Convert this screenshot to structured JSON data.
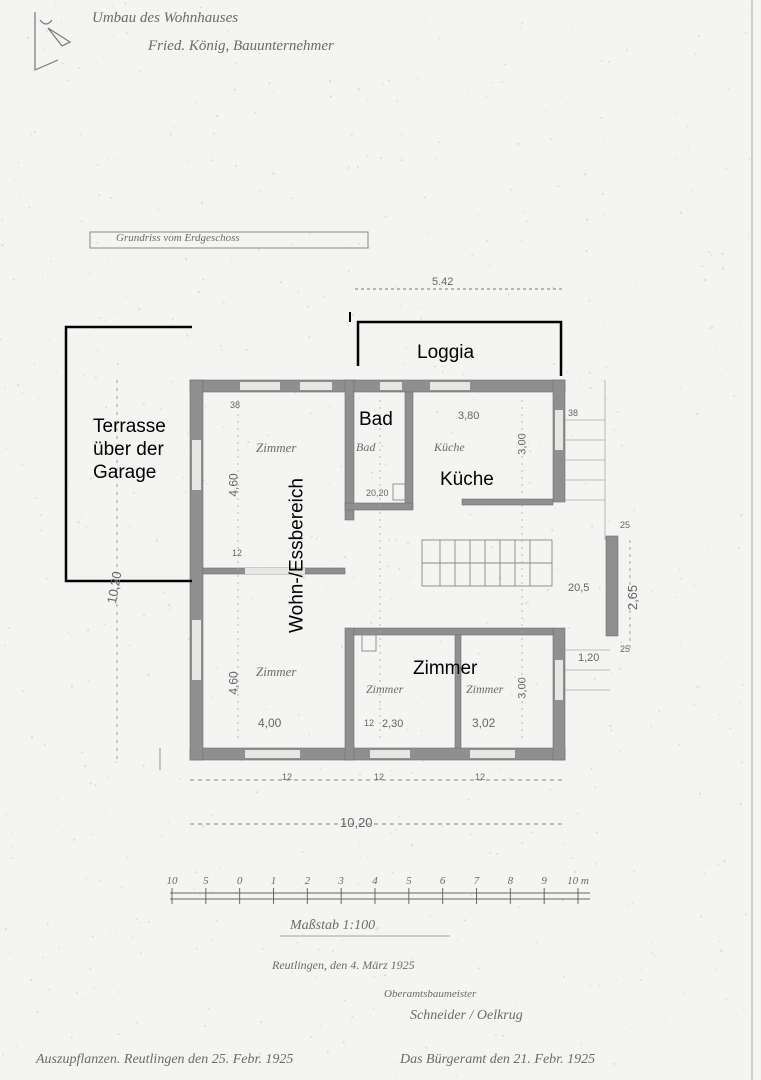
{
  "plan": {
    "header_line1": "Umbau des Wohnhauses",
    "header_line2": "Fried. König, Bauunternehmer",
    "title_box": "Grundriss vom Erdgeschoss",
    "dim_top": "5.42",
    "dim_bottom": "10,20",
    "dim_left": "10,20",
    "dim_right": "2,65",
    "dims": [
      "4,60",
      "4,60",
      "4,00",
      "2,30",
      "3,02",
      "3,80",
      "3,00",
      "3,00",
      "1,20",
      "38",
      "38",
      "12",
      "12",
      "12",
      "12",
      "12",
      "25",
      "25",
      "20,5",
      "20,20"
    ],
    "handwritten_rooms": [
      "Zimmer",
      "Zimmer",
      "Zimmer",
      "Zimmer",
      "Küche",
      "Bad"
    ],
    "scale_ticks": [
      "10",
      "5",
      "0",
      "1",
      "2",
      "3",
      "4",
      "5",
      "6",
      "7",
      "8",
      "9",
      "10 m"
    ],
    "scale_caption": "Maßstab 1:100",
    "signature_place_date": "Reutlingen, den 4. März 1925",
    "signature_office": "Oberamtsbaumeister",
    "signature_names": "Schneider / Oelkrug",
    "bottom_left_note": "Auszupflanzen. Reutlingen den 25. Febr. 1925",
    "bottom_right_note": "Das Bürgeramt den 21. Febr. 1925"
  },
  "labels": {
    "terrace": "Terrasse\nüber der\nGarage",
    "loggia": "Loggia",
    "bath": "Bad",
    "kitchen": "Küche",
    "living": "Wohn-/Essbereich",
    "room": "Zimmer"
  },
  "colors": {
    "paper": "#f4f4f2",
    "wall": "#8f8f8f",
    "line": "#000000",
    "pencil": "#6a6a6a"
  }
}
